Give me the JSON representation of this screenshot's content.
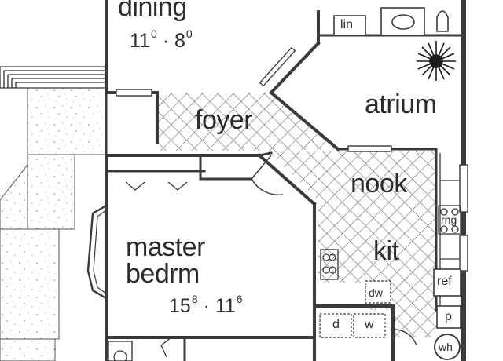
{
  "rooms": {
    "dining": {
      "name": "dining",
      "dim_a": "11",
      "dim_a_sup": "0",
      "dim_sep": "·",
      "dim_b": "8",
      "dim_b_sup": "0"
    },
    "atrium": {
      "name": "atrium"
    },
    "foyer": {
      "name": "foyer"
    },
    "nook": {
      "name": "nook"
    },
    "kit": {
      "name": "kit"
    },
    "master": {
      "name_line1": "master",
      "name_line2": "bedrm",
      "dim_a": "15",
      "dim_a_sup": "8",
      "dim_sep": "·",
      "dim_b": "11",
      "dim_b_sup": "6"
    }
  },
  "fixtures": {
    "linen": "lin",
    "refrigerator": "ref",
    "range": "rng",
    "dishwasher": "dw",
    "dryer": "d",
    "washer": "w",
    "pantry": "p",
    "water_heater": "wh"
  },
  "colors": {
    "ink": "#2b2b2b",
    "wall": "#3a3a3a",
    "crosshatch": "#6a6a6a",
    "paper": "#ffffff"
  }
}
